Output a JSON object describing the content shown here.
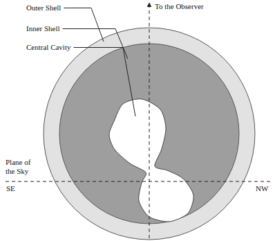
{
  "diagram": {
    "labels": [
      "Outer Shell",
      "Inner Shell",
      "Central Cavity",
      "To the Observer",
      "Plane of the Sky",
      "SE",
      "NW"
    ]
  }
}
